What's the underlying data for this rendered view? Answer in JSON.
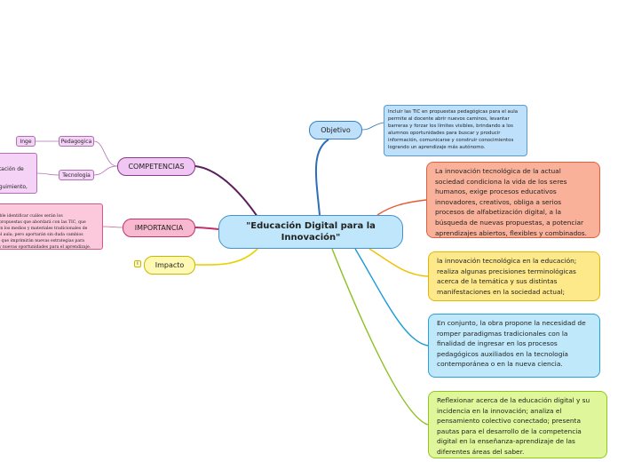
{
  "center": {
    "title": "\"Educación Digital para la Innovación\""
  },
  "branches": {
    "objetivo": {
      "label": "Objetivo",
      "note": "Incluir las TIC en propuestas pedagógicas para el aula permite al docente abrir nuevos caminos, levantar barreras y forzar los límites visibles, brindando a los alumnos oportunidades para buscar y producir información, comunicarse y construir conocimientos logrando un aprendizaje más autónomo."
    },
    "competencias": {
      "label": "COMPETENCIAS",
      "pedagogica": "Pedagogica",
      "inge": "Inge",
      "tecnologia": "Tecnologia",
      "tecnologia_note": "tación de\n\neguimiento,\n,"
    },
    "importancia": {
      "label": "IMPORTANCIA",
      "note": "ible identificar cuáles serán los\ny propuestas que abordará con las TIC, que\ncon los medios y materiales tradicionales de\ndel aula; pero aportarán sin duda cambios\nes que imprimirán nuevas estrategias para\ns y nuevas oportunidades para el aprendizaje."
    },
    "impacto": {
      "label": "Impacto",
      "marker": "i"
    }
  },
  "cards": [
    {
      "text": "La innovación tecnológica de la actual sociedad  condiciona la vida de los seres humanos, exige procesos educativos innovadores, creativos, obliga a serios procesos de alfabetización digital, a la búsqueda de nuevas propuestas, a potenciar aprendizajes abiertos, flexibles y combinados."
    },
    {
      "text": "la innovación tecnológica en la educación; realiza algunas precisiones terminológicas acerca de la temática y sus distintas manifestaciones en la sociedad actual;"
    },
    {
      "text": "En conjunto, la obra propone la necesidad de romper paradigmas tradicionales con la finalidad de ingresar en los procesos pedagógicos auxiliados en la tecnología contemporánea o en la nueva ciencia."
    },
    {
      "text": "Reflexionar acerca de la educación digital y su incidencia en la innovación; analiza el pensamiento colectivo conectado; presenta pautas para el desarrollo de la competencia digital en la enseñanza-aprendizaje de las diferentes áreas del saber."
    }
  ],
  "colors": {
    "objetivo": "#2a6fb8",
    "competencias": "#5a1e5e",
    "importancia": "#c0306a",
    "impacto": "#e8d200",
    "card1": "#e85a35",
    "card2": "#f0c000",
    "card3": "#1a9ad8",
    "card4": "#8cc020"
  }
}
